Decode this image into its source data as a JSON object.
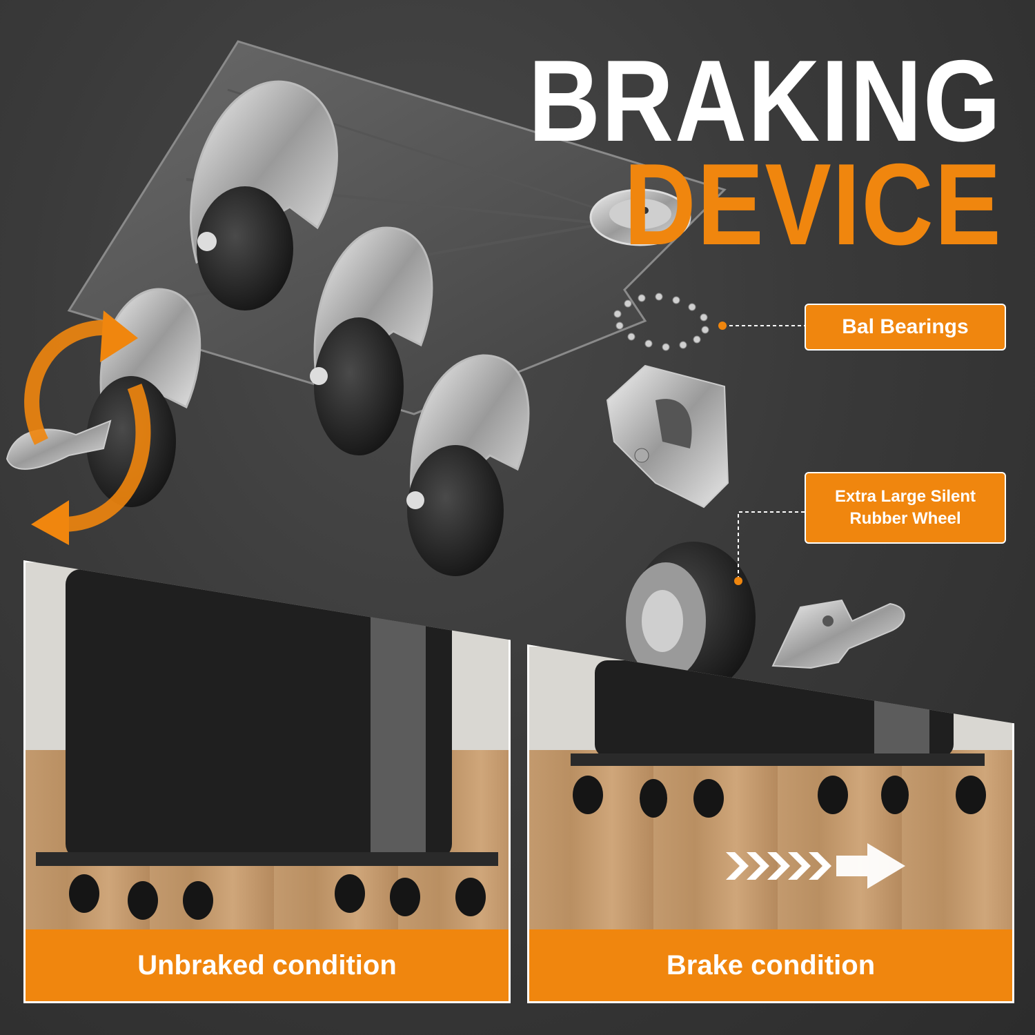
{
  "heading": {
    "line1": "BRAKING",
    "line2": "DEVICE"
  },
  "callouts": {
    "bearings": "Bal Bearings",
    "wheel_line1": "Extra Large Silent",
    "wheel_line2": "Rubber Wheel"
  },
  "panels": {
    "left_caption": "Unbraked condition",
    "right_caption": "Brake condition"
  },
  "colors": {
    "accent": "#f0860e",
    "background": "#3a3a3a",
    "text": "#ffffff"
  }
}
